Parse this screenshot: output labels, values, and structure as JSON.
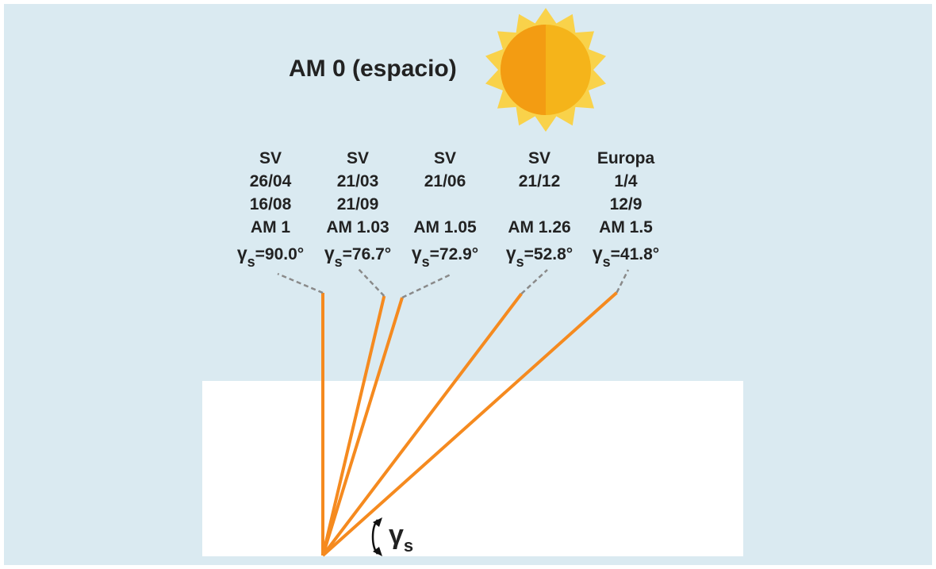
{
  "title": "AM 0 (espacio)",
  "gamma_symbol": "γ",
  "gamma_subscript": "s",
  "colors": {
    "background": "#daeaf1",
    "ground": "#ffffff",
    "ray": "#f58a1f",
    "leader": "#8a8a8a",
    "sun_core_left": "#f39c12",
    "sun_core_right": "#f5b41a",
    "sun_rays": "#f9d24a"
  },
  "icons": {
    "sun": "sun-icon",
    "angle_arrow": "double-arrow-icon"
  },
  "rays": [
    {
      "lines": [
        "SV",
        "26/04",
        "16/08",
        "AM 1"
      ],
      "angle_text": "=90.0°",
      "angle_deg": 90.0
    },
    {
      "lines": [
        "SV",
        "21/03",
        "21/09",
        "AM 1.03"
      ],
      "angle_text": "=76.7°",
      "angle_deg": 76.7
    },
    {
      "lines": [
        "SV",
        "21/06",
        "",
        "AM 1.05"
      ],
      "angle_text": "=72.9°",
      "angle_deg": 72.9
    },
    {
      "lines": [
        "SV",
        "21/12",
        "",
        "AM 1.26"
      ],
      "angle_text": "=52.8°",
      "angle_deg": 52.8
    },
    {
      "lines": [
        "Europa",
        "1/4",
        "12/9",
        "AM 1.5"
      ],
      "angle_text": "=41.8°",
      "angle_deg": 41.8
    }
  ]
}
